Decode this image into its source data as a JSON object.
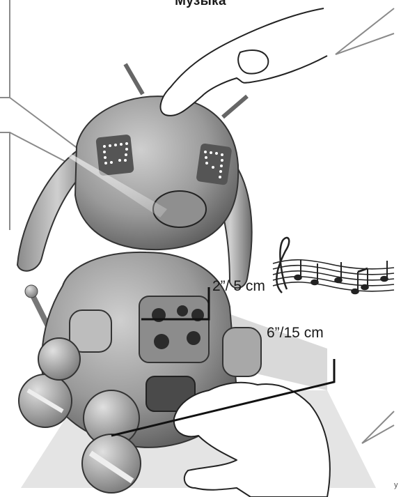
{
  "labels": {
    "title": "Музыка",
    "measure_small": "2”/ 5 cm",
    "measure_large": "6”/15 cm",
    "edge_fragment": "у"
  },
  "icons": [
    "pointing-hand-icon",
    "flat-hand-icon",
    "music-notes-icon",
    "robot-puppy-illustration"
  ],
  "colors": {
    "robot_body": "#a9a9a9",
    "robot_dark": "#6f6f6f",
    "outline": "#222222",
    "background": "#ffffff",
    "platform": "#d9d9d9"
  }
}
